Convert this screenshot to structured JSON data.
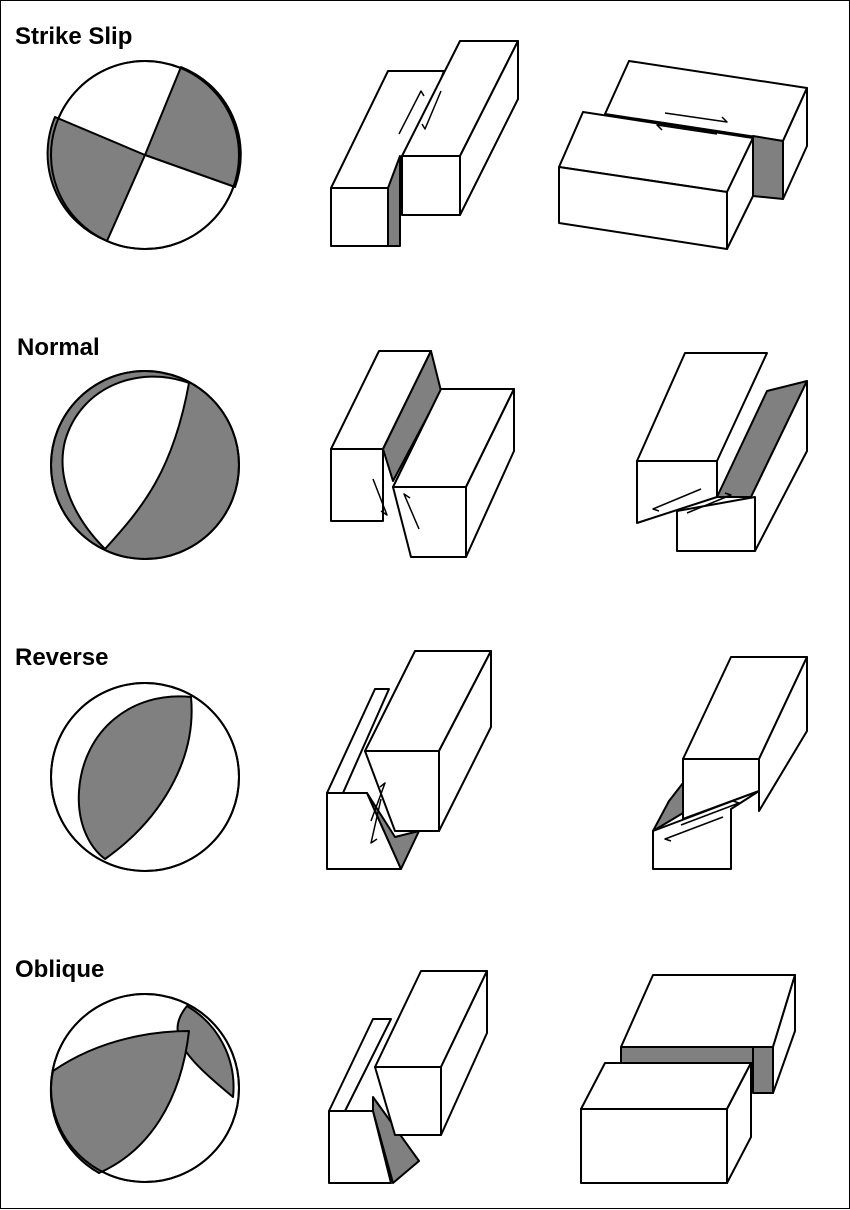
{
  "rows": [
    {
      "id": "strike-slip",
      "label": "Strike Slip"
    },
    {
      "id": "normal",
      "label": "Normal"
    },
    {
      "id": "reverse",
      "label": "Reverse"
    },
    {
      "id": "oblique",
      "label": "Oblique"
    }
  ],
  "colors": {
    "fill": "#ffffff",
    "shade": "#808080",
    "stroke": "#000000"
  }
}
